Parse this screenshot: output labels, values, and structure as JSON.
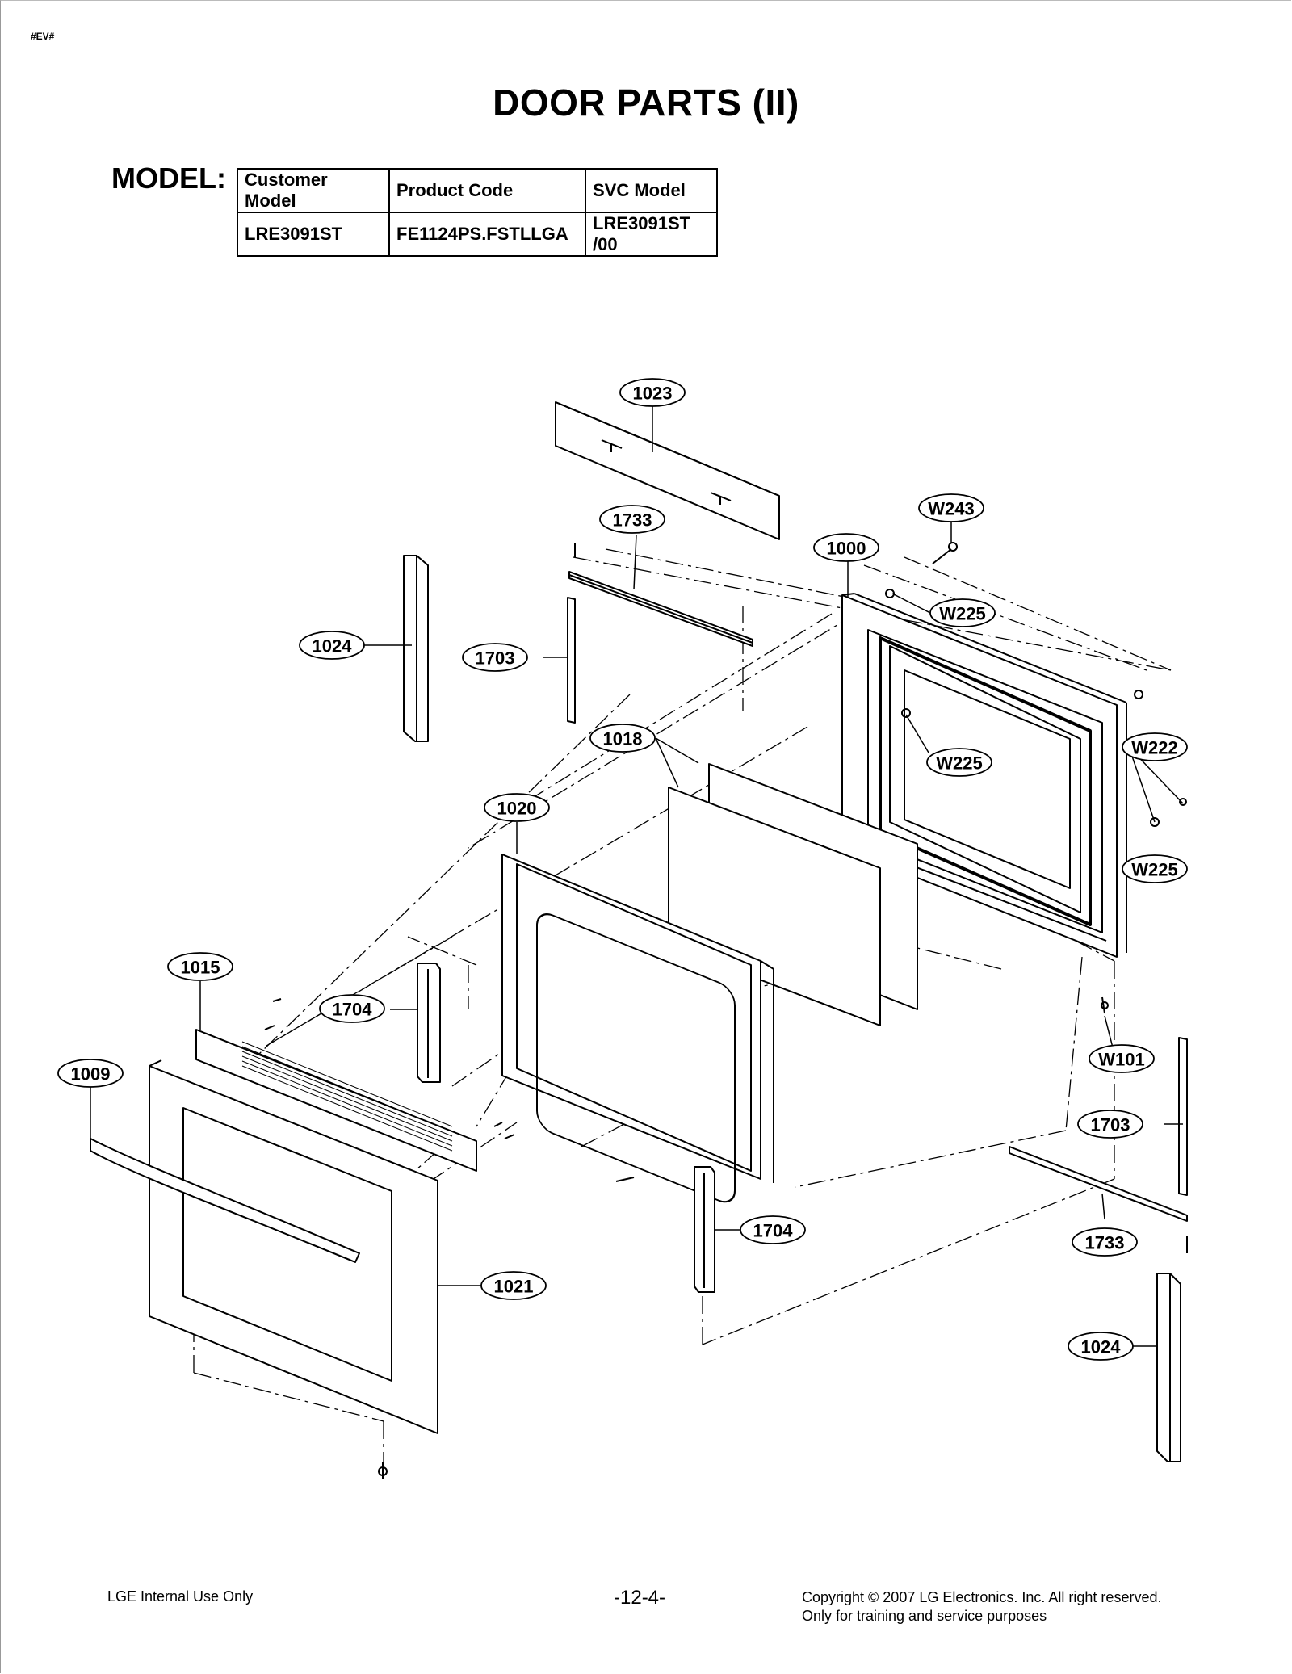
{
  "header_tag": "#EV#",
  "title": "DOOR PARTS (II)",
  "model": {
    "label": "MODEL:",
    "columns": [
      "Customer Model",
      "Product Code",
      "SVC Model"
    ],
    "row": [
      "LRE3091ST",
      "FE1124PS.FSTLLGA",
      "LRE3091ST /00"
    ]
  },
  "callouts": [
    {
      "id": "c1023",
      "text": "1023"
    },
    {
      "id": "c1733a",
      "text": "1733"
    },
    {
      "id": "cW243",
      "text": "W243"
    },
    {
      "id": "c1000",
      "text": "1000"
    },
    {
      "id": "cW225a",
      "text": "W225"
    },
    {
      "id": "c1024a",
      "text": "1024"
    },
    {
      "id": "c1703a",
      "text": "1703"
    },
    {
      "id": "c1018",
      "text": "1018"
    },
    {
      "id": "cW225b",
      "text": "W225"
    },
    {
      "id": "cW222",
      "text": "W222"
    },
    {
      "id": "c1020",
      "text": "1020"
    },
    {
      "id": "cW225c",
      "text": "W225"
    },
    {
      "id": "c1015",
      "text": "1015"
    },
    {
      "id": "c1704a",
      "text": "1704"
    },
    {
      "id": "cW101",
      "text": "W101"
    },
    {
      "id": "c1009",
      "text": "1009"
    },
    {
      "id": "c1703b",
      "text": "1703"
    },
    {
      "id": "c1704b",
      "text": "1704"
    },
    {
      "id": "c1733b",
      "text": "1733"
    },
    {
      "id": "c1021",
      "text": "1021"
    },
    {
      "id": "c1024b",
      "text": "1024"
    }
  ],
  "footer": {
    "left": "LGE Internal Use Only",
    "center": "-12-4-",
    "right_line1": "Copyright © 2007 LG Electronics. Inc. All right reserved.",
    "right_line2": "Only for training and service purposes"
  }
}
